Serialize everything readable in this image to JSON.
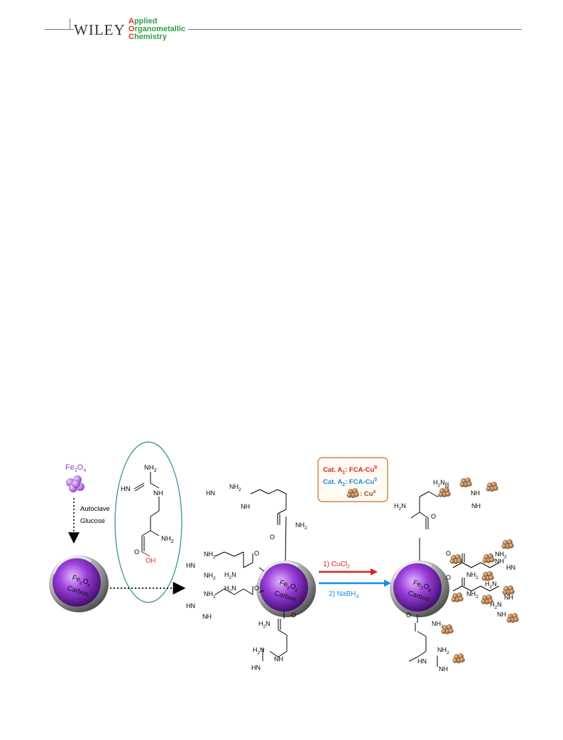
{
  "header": {
    "publisher": "WILEY",
    "journal_lines": [
      {
        "cap": "A",
        "rest": "pplied"
      },
      {
        "cap": "O",
        "rest": "rganometallic"
      },
      {
        "cap": "C",
        "rest": "hemistry"
      }
    ]
  },
  "scheme": {
    "fe3o4_label": "Fe3O4",
    "step1_conditions": [
      "Autoclave",
      "Glucose"
    ],
    "core_label_fe": "Fe3O4",
    "core_label_carbon": "Carbon",
    "reagent_1": "1) CuCl2",
    "reagent_2": "2) NaBH4",
    "legend": {
      "line1": "Cat. A1: FCA-CuII",
      "line2": "Cat. A2: FCA-Cu0",
      "line3": ": Cux"
    },
    "colors": {
      "purple": "#8a3fc7",
      "red": "#e02020",
      "blue": "#1e8be0",
      "copper": "#a0683a",
      "legend_border": "#c8874f"
    }
  }
}
